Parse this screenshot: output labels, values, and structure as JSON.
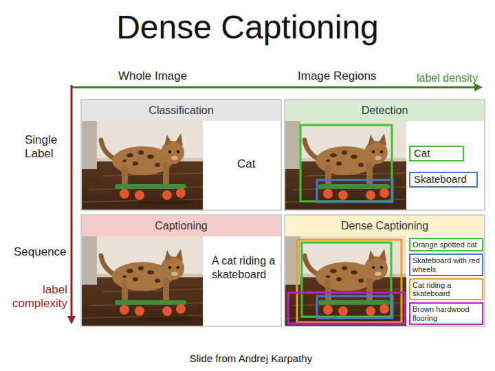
{
  "diagram": {
    "title": "Dense Captioning",
    "caption": "Slide from Andrej Karpathy",
    "nodes": [
      {
        "text": [
          "Classification",
          "Cat"
        ]
      },
      {
        "text": [
          "Detection"
        ]
      },
      {
        "text": [
          "Cat"
        ],
        "in": 1
      },
      {
        "text": [
          "Skateboard"
        ],
        "in": 1
      },
      {
        "text": [
          "Captioning",
          "A cat riding a skateboard"
        ]
      },
      {
        "text": [
          "Dense Captioning"
        ]
      },
      {
        "text": [
          "Orange spotted cat"
        ],
        "in": 5
      },
      {
        "text": [
          "Skateboard with red wheels"
        ],
        "in": 5
      },
      {
        "text": [
          "Cat riding a skateboard"
        ],
        "in": 5
      },
      {
        "text": [
          "Brown hardwood flooring"
        ],
        "in": 5
      }
    ],
    "labels": [
      "Whole Image",
      "Image Regions",
      "label density",
      "Single Label",
      "Sequence",
      "label complexity"
    ]
  }
}
